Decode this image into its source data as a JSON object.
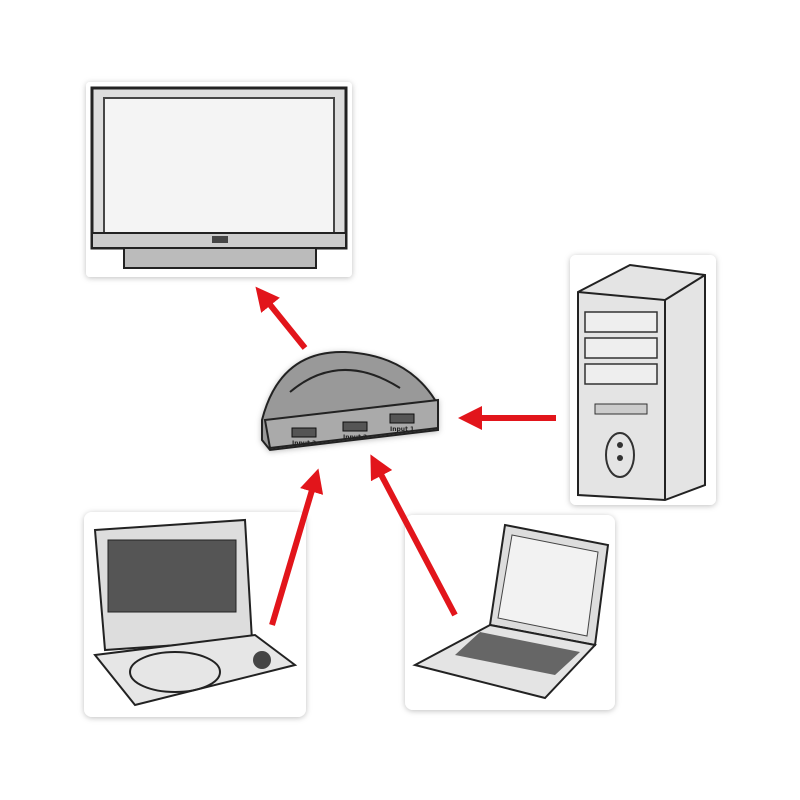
{
  "colors": {
    "arrow": "#e2151b",
    "device": "#333333",
    "device_fill": "#e6e6e6"
  },
  "switch": {
    "ports": [
      "Input 3",
      "Input 2",
      "Input 1"
    ]
  },
  "devices": [
    "tv-icon",
    "hdmi-switch-icon",
    "pc-tower-icon",
    "portable-dvd-player-icon",
    "laptop-icon"
  ]
}
